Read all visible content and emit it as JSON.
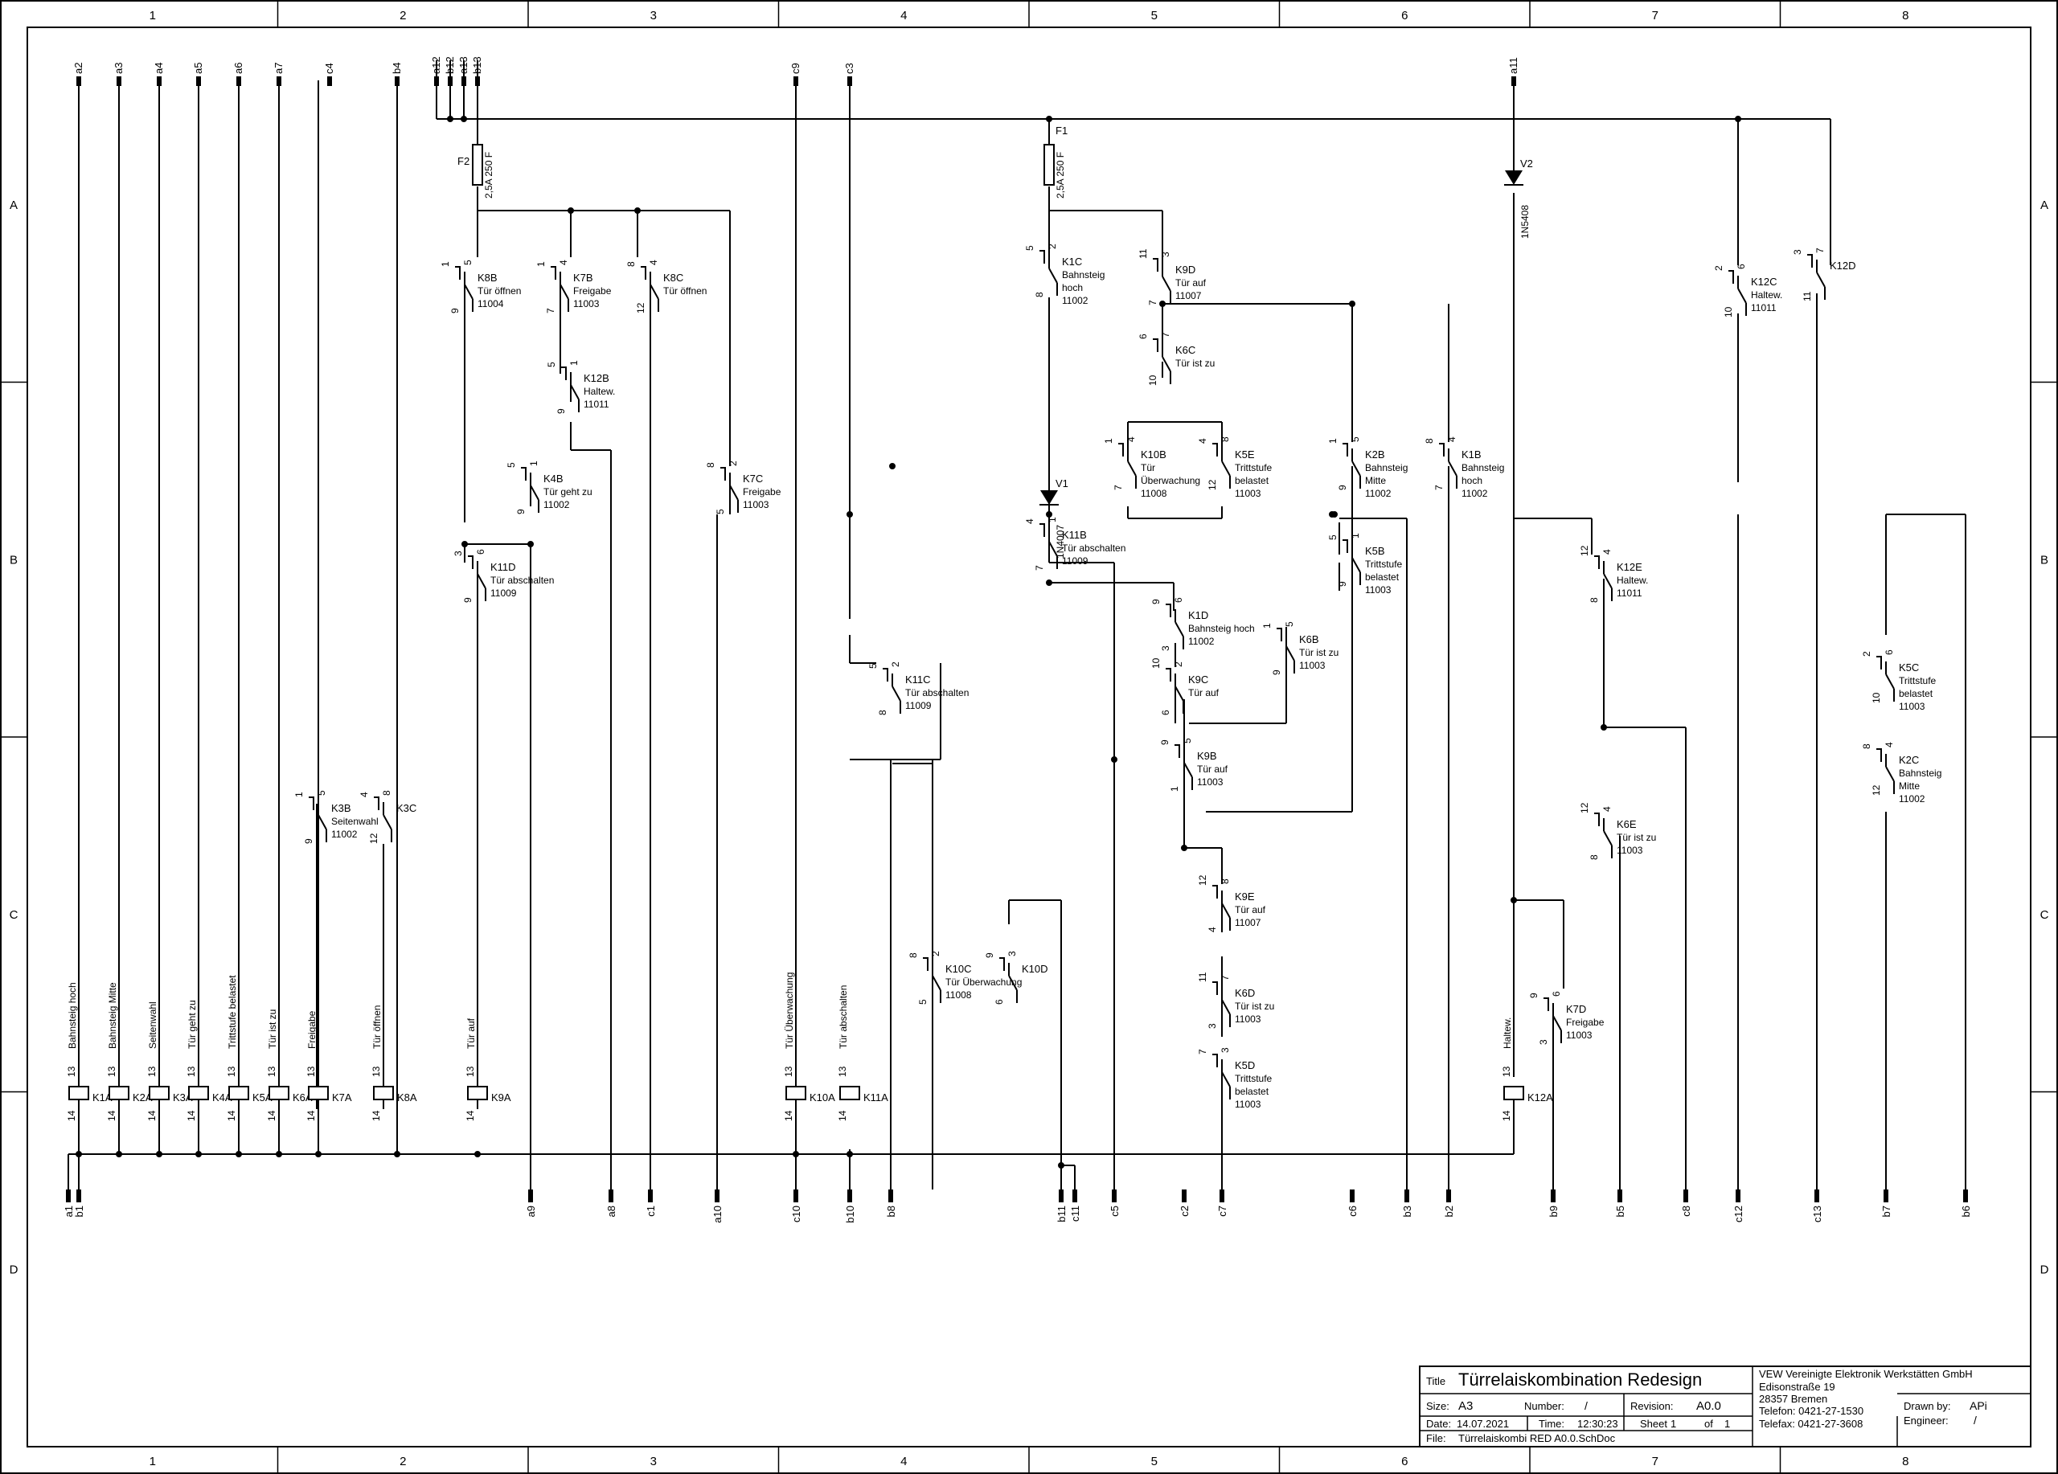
{
  "frame": {
    "columns": [
      "1",
      "2",
      "3",
      "4",
      "5",
      "6",
      "7",
      "8"
    ],
    "rows": [
      "A",
      "B",
      "C",
      "D"
    ]
  },
  "terminals_top": [
    {
      "id": "a2"
    },
    {
      "id": "a3"
    },
    {
      "id": "a4"
    },
    {
      "id": "a5"
    },
    {
      "id": "a6"
    },
    {
      "id": "a7"
    },
    {
      "id": "c4"
    },
    {
      "id": "b4"
    },
    {
      "id": "a12"
    },
    {
      "id": "b12"
    },
    {
      "id": "a13"
    },
    {
      "id": "b13"
    },
    {
      "id": "c9"
    },
    {
      "id": "c3"
    },
    {
      "id": "a11"
    }
  ],
  "terminals_bottom": [
    {
      "id": "a1"
    },
    {
      "id": "b1"
    },
    {
      "id": "a9"
    },
    {
      "id": "a8"
    },
    {
      "id": "c1"
    },
    {
      "id": "a10"
    },
    {
      "id": "c10"
    },
    {
      "id": "b10"
    },
    {
      "id": "b8"
    },
    {
      "id": "b11"
    },
    {
      "id": "c11"
    },
    {
      "id": "c5"
    },
    {
      "id": "c2"
    },
    {
      "id": "c7"
    },
    {
      "id": "c6"
    },
    {
      "id": "b3"
    },
    {
      "id": "b2"
    },
    {
      "id": "b9"
    },
    {
      "id": "b5"
    },
    {
      "id": "c8"
    },
    {
      "id": "c12"
    },
    {
      "id": "c13"
    },
    {
      "id": "b7"
    },
    {
      "id": "b6"
    }
  ],
  "coils": [
    {
      "ref": "K1A",
      "label": "Bahnsteig hoch"
    },
    {
      "ref": "K2A",
      "label": "Bahnsteig Mitte"
    },
    {
      "ref": "K3A",
      "label": "Seitenwahl"
    },
    {
      "ref": "K4A",
      "label": "Tür geht zu"
    },
    {
      "ref": "K5A",
      "label": "Trittstufe belastet"
    },
    {
      "ref": "K6A",
      "label": "Tür ist zu"
    },
    {
      "ref": "K7A",
      "label": "Freigabe"
    },
    {
      "ref": "K8A",
      "label": "Tür öffnen"
    },
    {
      "ref": "K9A",
      "label": "Tür auf"
    },
    {
      "ref": "K10A",
      "label": "Tür Überwachung"
    },
    {
      "ref": "K11A",
      "label": "Tür abschalten"
    },
    {
      "ref": "K12A",
      "label": "Haltew."
    }
  ],
  "coil_pins": {
    "top": "13",
    "bottom": "14"
  },
  "fuses": [
    {
      "ref": "F2",
      "rating": "2,5A 250 F"
    },
    {
      "ref": "F1",
      "rating": "2,5A 250 F"
    }
  ],
  "diodes": [
    {
      "ref": "V2",
      "type": "1N5408"
    },
    {
      "ref": "V1",
      "type": "1N4007"
    }
  ],
  "contacts": [
    {
      "ref": "K8B",
      "l1": "Tür öffnen",
      "l2": "",
      "l3": "11004",
      "p1": "1",
      "p2": "5",
      "p3": "9"
    },
    {
      "ref": "K7B",
      "l1": "Freigabe",
      "l2": "",
      "l3": "11003",
      "p1": "1",
      "p2": "4",
      "p3": "7"
    },
    {
      "ref": "K8C",
      "l1": "Tür öffnen",
      "l2": "",
      "l3": "",
      "p1": "8",
      "p2": "4",
      "p3": "12"
    },
    {
      "ref": "K12B",
      "l1": "Haltew.",
      "l2": "",
      "l3": "11011",
      "p1": "5",
      "p2": "1",
      "p3": "9"
    },
    {
      "ref": "K4B",
      "l1": "Tür geht zu",
      "l2": "",
      "l3": "11002",
      "p1": "5",
      "p2": "1",
      "p3": "9"
    },
    {
      "ref": "K7C",
      "l1": "Freigabe",
      "l2": "",
      "l3": "11003",
      "p1": "8",
      "p2": "2",
      "p3": "5"
    },
    {
      "ref": "K11D",
      "l1": "Tür abschalten",
      "l2": "",
      "l3": "11009",
      "p1": "3",
      "p2": "6",
      "p3": "9"
    },
    {
      "ref": "K3B",
      "l1": "Seitenwahl",
      "l2": "",
      "l3": "11002",
      "p1": "1",
      "p2": "5",
      "p3": "9"
    },
    {
      "ref": "K3C",
      "l1": "",
      "l2": "",
      "l3": "",
      "p1": "4",
      "p2": "8",
      "p3": "12"
    },
    {
      "ref": "K1C",
      "l1": "Bahnsteig",
      "l2": "hoch",
      "l3": "11002",
      "p1": "5",
      "p2": "2",
      "p3": "8"
    },
    {
      "ref": "K9D",
      "l1": "Tür auf",
      "l2": "",
      "l3": "11007",
      "p1": "11",
      "p2": "3",
      "p3": "7"
    },
    {
      "ref": "K6C",
      "l1": "Tür ist zu",
      "l2": "",
      "l3": "",
      "p1": "6",
      "p2": "7",
      "p3": "10"
    },
    {
      "ref": "K10B",
      "l1": "Tür",
      "l2": "Überwachung",
      "l3": "11008",
      "p1": "1",
      "p2": "4",
      "p3": "7"
    },
    {
      "ref": "K5E",
      "l1": "Trittstufe",
      "l2": "belastet",
      "l3": "11003",
      "p1": "4",
      "p2": "8",
      "p3": "12"
    },
    {
      "ref": "K2B",
      "l1": "Bahnsteig",
      "l2": "Mitte",
      "l3": "11002",
      "p1": "1",
      "p2": "5",
      "p3": "9"
    },
    {
      "ref": "K1B",
      "l1": "Bahnsteig",
      "l2": "hoch",
      "l3": "11002",
      "p1": "8",
      "p2": "4",
      "p3": "7"
    },
    {
      "ref": "K11B",
      "l1": "Tür abschalten",
      "l2": "",
      "l3": "11009",
      "p1": "4",
      "p2": "1",
      "p3": "7"
    },
    {
      "ref": "K5B",
      "l1": "Trittstufe",
      "l2": "belastet",
      "l3": "11003",
      "p1": "5",
      "p2": "1",
      "p3": "9"
    },
    {
      "ref": "K1D",
      "l1": "Bahnsteig hoch",
      "l2": "",
      "l3": "11002",
      "p1": "9",
      "p2": "6",
      "p3": "3"
    },
    {
      "ref": "K6B",
      "l1": "Tür ist zu",
      "l2": "",
      "l3": "11003",
      "p1": "1",
      "p2": "5",
      "p3": "9"
    },
    {
      "ref": "K9C",
      "l1": "Tür auf",
      "l2": "",
      "l3": "",
      "p1": "10",
      "p2": "2",
      "p3": "6"
    },
    {
      "ref": "K9B",
      "l1": "Tür auf",
      "l2": "",
      "l3": "11003",
      "p1": "9",
      "p2": "5",
      "p3": "1"
    },
    {
      "ref": "K11C",
      "l1": "Tür abschalten",
      "l2": "",
      "l3": "11009",
      "p1": "5",
      "p2": "2",
      "p3": "8"
    },
    {
      "ref": "K10C",
      "l1": "Tür Überwachung",
      "l2": "",
      "l3": "11008",
      "p1": "8",
      "p2": "2",
      "p3": "5"
    },
    {
      "ref": "K10D",
      "l1": "",
      "l2": "",
      "l3": "",
      "p1": "9",
      "p2": "3",
      "p3": "6"
    },
    {
      "ref": "K9E",
      "l1": "Tür auf",
      "l2": "",
      "l3": "11007",
      "p1": "12",
      "p2": "8",
      "p3": "4"
    },
    {
      "ref": "K6D",
      "l1": "Tür ist zu",
      "l2": "",
      "l3": "11003",
      "p1": "11",
      "p2": "7",
      "p3": "3"
    },
    {
      "ref": "K5D",
      "l1": "Trittstufe",
      "l2": "belastet",
      "l3": "11003",
      "p1": "7",
      "p2": "3",
      "p3": ""
    },
    {
      "ref": "K12C",
      "l1": "Haltew.",
      "l2": "",
      "l3": "11011",
      "p1": "2",
      "p2": "6",
      "p3": "10"
    },
    {
      "ref": "K12D",
      "l1": "",
      "l2": "",
      "l3": "",
      "p1": "3",
      "p2": "7",
      "p3": "11"
    },
    {
      "ref": "K12E",
      "l1": "Haltew.",
      "l2": "",
      "l3": "11011",
      "p1": "12",
      "p2": "4",
      "p3": "8"
    },
    {
      "ref": "K6E",
      "l1": "Tür ist zu",
      "l2": "",
      "l3": "11003",
      "p1": "12",
      "p2": "4",
      "p3": "8"
    },
    {
      "ref": "K7D",
      "l1": "Freigabe",
      "l2": "",
      "l3": "11003",
      "p1": "9",
      "p2": "6",
      "p3": "3"
    },
    {
      "ref": "K5C",
      "l1": "Trittstufe",
      "l2": "belastet",
      "l3": "11003",
      "p1": "2",
      "p2": "6",
      "p3": "10"
    },
    {
      "ref": "K2C",
      "l1": "Bahnsteig",
      "l2": "Mitte",
      "l3": "11002",
      "p1": "8",
      "p2": "4",
      "p3": "12"
    }
  ],
  "title_block": {
    "title_label": "Title",
    "title": "Türrelaiskombination Redesign",
    "size_label": "Size:",
    "size": "A3",
    "number_label": "Number:",
    "number": "/",
    "revision_label": "Revision:",
    "revision": "A0.0",
    "date_label": "Date:",
    "date": "14.07.2021",
    "time_label": "Time:",
    "time": "12:30:23",
    "sheet_label": "Sheet",
    "sheet": "1",
    "of_label": "of",
    "sheets": "1",
    "file_label": "File:",
    "file": "Türrelaiskombi RED A0.0.SchDoc",
    "company": "VEW Vereinigte Elektronik Werkstätten GmbH",
    "street": "Edisonstraße 19",
    "city": "28357 Bremen",
    "phone": "Telefon: 0421-27-1530",
    "fax": "Telefax: 0421-27-3608",
    "drawn_by_label": "Drawn by:",
    "drawn_by": "APi",
    "engineer_label": "Engineer:",
    "engineer": "/"
  }
}
